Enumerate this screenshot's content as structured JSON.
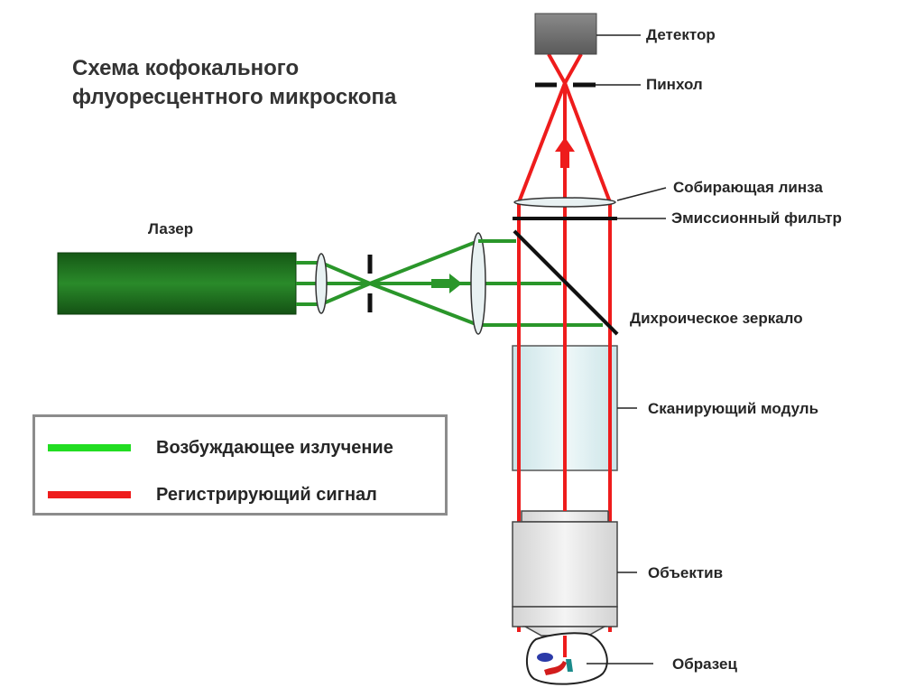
{
  "title": {
    "line1": "Схема кофокального",
    "line2": "флуоресцентного микроскопа"
  },
  "labels": {
    "laser": "Лазер",
    "detector": "Детектор",
    "pinhole": "Пинхол",
    "collecting_lens": "Собирающая линза",
    "emission_filter": "Эмиссионный фильтр",
    "dichroic_mirror": "Дихроическое зеркало",
    "scanning_module": "Сканирующий модуль",
    "objective": "Объектив",
    "sample": "Образец"
  },
  "legend": {
    "excitation": {
      "text": "Возбуждающее излучение",
      "color": "#22dd22"
    },
    "detection": {
      "text": "Регистрирующий сигнал",
      "color": "#ee1c1c"
    }
  },
  "colors": {
    "laser_body": "#1e6e1e",
    "green_beam": "#2a962a",
    "red_beam": "#ee1c1c",
    "detector_box": "#6e6e6e",
    "module_fill": "#d6ecee",
    "objective_fill": "#e2e2e2"
  },
  "icons": {
    "up-arrow": "signal-direction-arrow",
    "right-arrow": "excitation-direction-arrow"
  }
}
